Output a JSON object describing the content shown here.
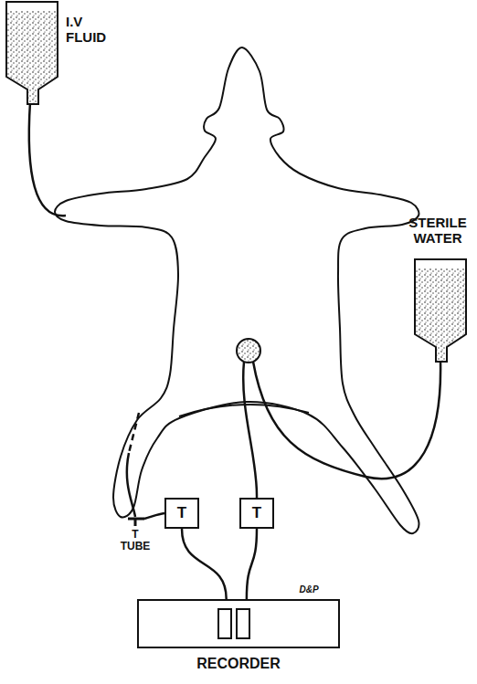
{
  "diagram": {
    "nodes": [
      {
        "text": [
          "I.V FLUID"
        ]
      },
      {
        "text": [
          "STERILE WATER"
        ]
      },
      {
        "text": [
          "T"
        ]
      },
      {
        "text": [
          "T"
        ]
      },
      {
        "text": [
          "RECORDER"
        ]
      }
    ],
    "edges": [
      {
        "from": 2,
        "to": 4,
        "arrow": "none"
      },
      {
        "from": 3,
        "to": 4,
        "arrow": "none"
      }
    ],
    "labels": [
      "T TUBE",
      "D&P"
    ]
  }
}
